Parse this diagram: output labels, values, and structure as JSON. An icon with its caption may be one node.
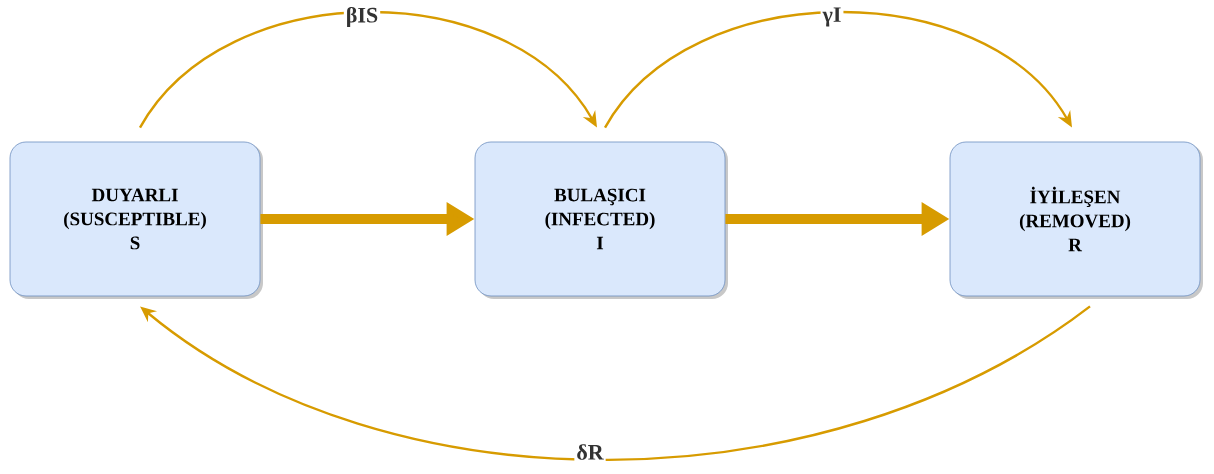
{
  "diagram": {
    "nodes": [
      {
        "text": [
          "DUYARLI (SUSCEPTIBLE)",
          "S"
        ]
      },
      {
        "text": [
          "BULAŞICI (INFECTED)",
          "I"
        ]
      },
      {
        "text": [
          "İYİLEŞEN (REMOVED)",
          "R"
        ]
      }
    ],
    "edges": [
      {
        "from": 0,
        "to": 1,
        "arrow": "to",
        "style": "thick"
      },
      {
        "from": 1,
        "to": 2,
        "arrow": "to",
        "style": "thick"
      },
      {
        "from": 0,
        "to": 1,
        "arrow": "to",
        "label": "βIS"
      },
      {
        "from": 1,
        "to": 2,
        "arrow": "to",
        "label": "γI"
      },
      {
        "from": 2,
        "to": 0,
        "arrow": "to",
        "label": "δR"
      }
    ]
  }
}
